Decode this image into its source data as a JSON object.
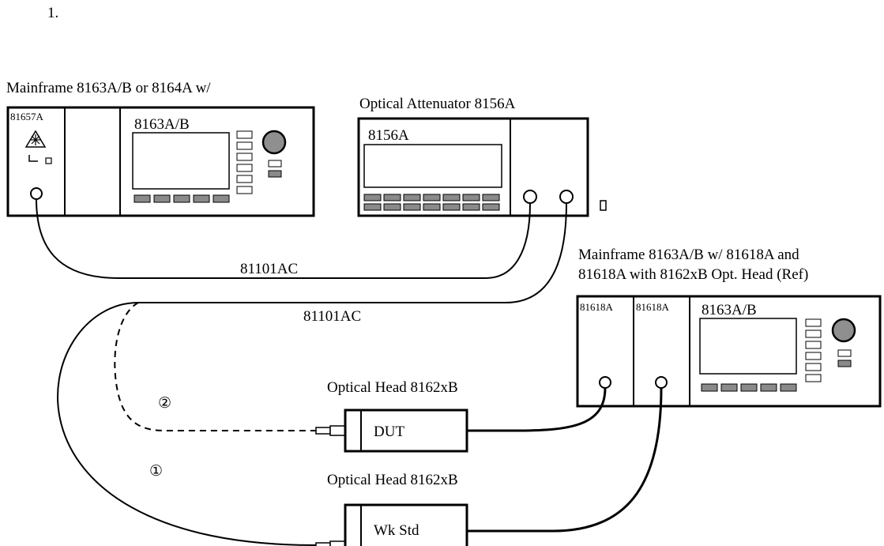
{
  "step_number": "1.",
  "mainframe_left": {
    "caption": "Mainframe 8163A/B or 8164A w/",
    "module_label": "81657A",
    "screen_label": "8163A/B"
  },
  "attenuator": {
    "caption": "Optical Attenuator 8156A",
    "screen_label": "8156A"
  },
  "mainframe_right": {
    "caption_line1": "Mainframe 8163A/B w/ 81618A and",
    "caption_line2": "81618A with 8162xB Opt. Head (Ref)",
    "module1_label": "81618A",
    "module2_label": "81618A",
    "screen_label": "8163A/B"
  },
  "cables": {
    "cable1_label": "81101AC",
    "cable2_label": "81101AC"
  },
  "heads": {
    "dut_caption": "Optical Head 8162xB",
    "dut_label": "DUT",
    "wkstd_caption": "Optical Head 8162xB",
    "wkstd_label": "Wk Std"
  },
  "markers": {
    "path2": "②",
    "path1": "①"
  }
}
